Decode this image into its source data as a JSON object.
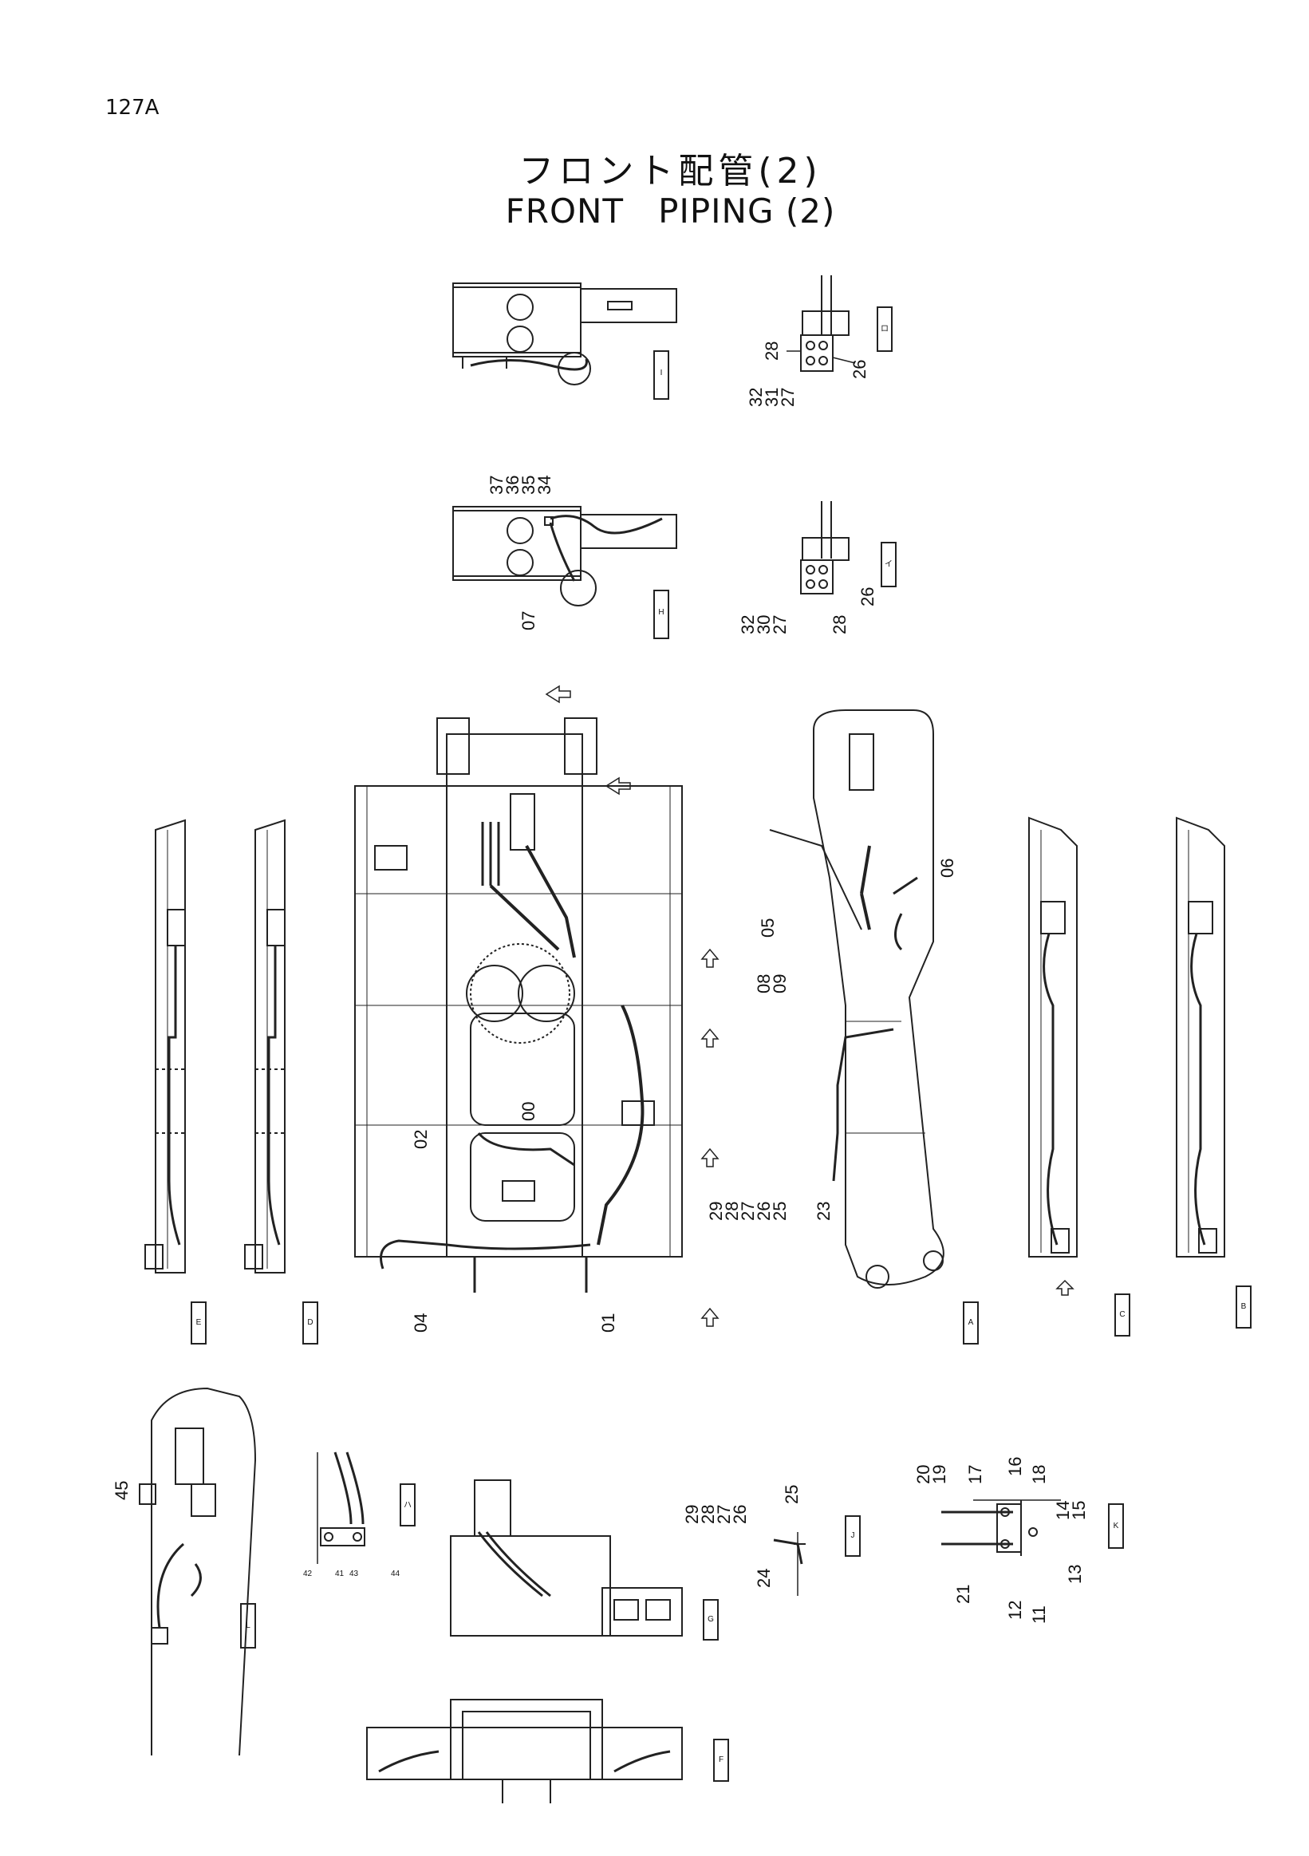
{
  "page_number": "127A",
  "title_jp": "フロント配管(2)",
  "title_en": "FRONT   PIPING (2)",
  "views": [
    {
      "id": "view-I",
      "letter": "I"
    },
    {
      "id": "view-ro",
      "letter": "ロ"
    },
    {
      "id": "view-H",
      "letter": "H"
    },
    {
      "id": "view-i",
      "letter": "イ"
    },
    {
      "id": "view-E",
      "letter": "E"
    },
    {
      "id": "view-D",
      "letter": "D"
    },
    {
      "id": "view-A",
      "letter": "A"
    },
    {
      "id": "view-C",
      "letter": "C"
    },
    {
      "id": "view-B",
      "letter": "B"
    },
    {
      "id": "view-L",
      "letter": "L"
    },
    {
      "id": "view-ha",
      "letter": "ハ"
    },
    {
      "id": "view-G",
      "letter": "G"
    },
    {
      "id": "view-J",
      "letter": "J"
    },
    {
      "id": "view-K",
      "letter": "K"
    },
    {
      "id": "view-F",
      "letter": "F"
    }
  ],
  "part_labels": {
    "ro_28": "28",
    "ro_26": "26",
    "ro_32": "32",
    "ro_31": "31",
    "ro_27": "27",
    "h_37": "37",
    "h_36": "36",
    "h_35": "35",
    "h_34": "34",
    "h_07": "07",
    "i_32": "32",
    "i_30": "30",
    "i_27": "27",
    "i_28": "28",
    "i_26": "26",
    "m_02": "02",
    "m_04": "04",
    "m_01": "01",
    "m_00": "00",
    "a_05": "05",
    "a_06": "06",
    "a_08": "08",
    "a_09": "09",
    "a_29": "29",
    "a_28": "28",
    "a_27": "27",
    "a_26": "26",
    "a_25": "25",
    "a_23": "23",
    "l_45": "45",
    "ha_42": "42",
    "ha_41": "41",
    "ha_43": "43",
    "ha_44": "44",
    "j_29": "29",
    "j_28": "28",
    "j_27": "27",
    "j_26": "26",
    "j_25": "25",
    "j_24": "24",
    "k_20": "20",
    "k_19": "19",
    "k_17": "17",
    "k_16": "16",
    "k_18": "18",
    "k_14": "14",
    "k_15": "15",
    "k_21": "21",
    "k_12": "12",
    "k_11": "11",
    "k_13": "13"
  }
}
